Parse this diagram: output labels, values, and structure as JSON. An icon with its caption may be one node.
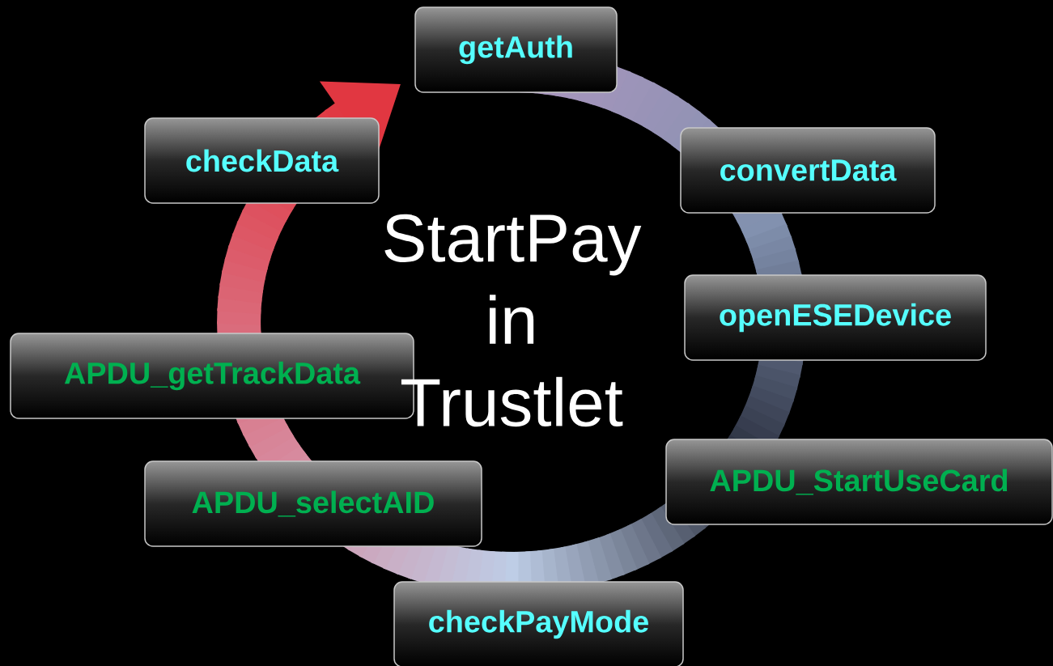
{
  "diagram": {
    "nodes": [
      {
        "text": [
          "getAuth"
        ]
      },
      {
        "text": [
          "checkData"
        ]
      },
      {
        "text": [
          "convertData"
        ]
      },
      {
        "text": [
          "openESEDevice"
        ]
      },
      {
        "text": [
          "APDU_getTrackData"
        ]
      },
      {
        "text": [
          "APDU_StartUseCard"
        ]
      },
      {
        "text": [
          "APDU_selectAID"
        ]
      },
      {
        "text": [
          "checkPayMode"
        ]
      }
    ],
    "labels": [
      "StartPay in Trustlet"
    ]
  }
}
